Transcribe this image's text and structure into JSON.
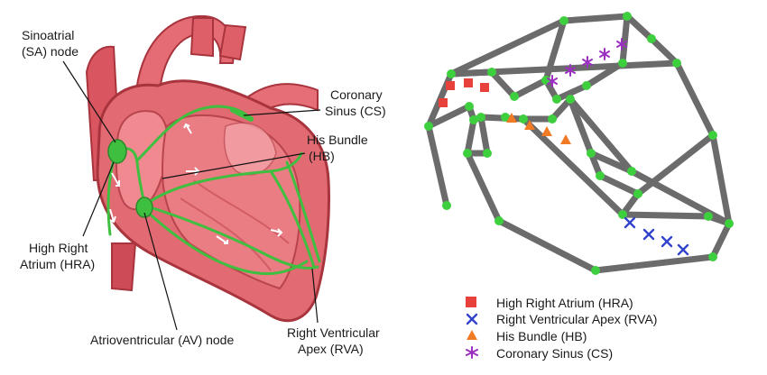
{
  "heart_labels": {
    "sa_line1": "Sinoatrial",
    "sa_line2": "(SA) node",
    "cs_line1": "Coronary",
    "cs_line2": "Sinus (CS)",
    "hb_line1": "His Bundle",
    "hb_line2": "(HB)",
    "hra_line1": "High Right",
    "hra_line2": "Atrium (HRA)",
    "av_line1": "Atrioventricular (AV) node",
    "rva_line1": "Right Ventricular",
    "rva_line2": "Apex (RVA)"
  },
  "legend": {
    "hra": "High Right Atrium (HRA)",
    "rva": "Right Ventricular Apex (RVA)",
    "hb": "His Bundle (HB)",
    "cs": "Coronary Sinus (CS)"
  },
  "colors": {
    "heart_tissue": "#e0666e",
    "heart_dark": "#a8343d",
    "conduction": "#3fbf3f",
    "edge": "#6b6b6b",
    "node": "#3ecf3e",
    "hra_marker": "#e8413c",
    "rva_marker": "#3344cc",
    "hb_marker": "#f07b24",
    "cs_marker": "#9b30c0"
  },
  "marker_symbols": {
    "hra": "square",
    "rva": "x",
    "hb": "triangle",
    "cs": "asterisk"
  }
}
